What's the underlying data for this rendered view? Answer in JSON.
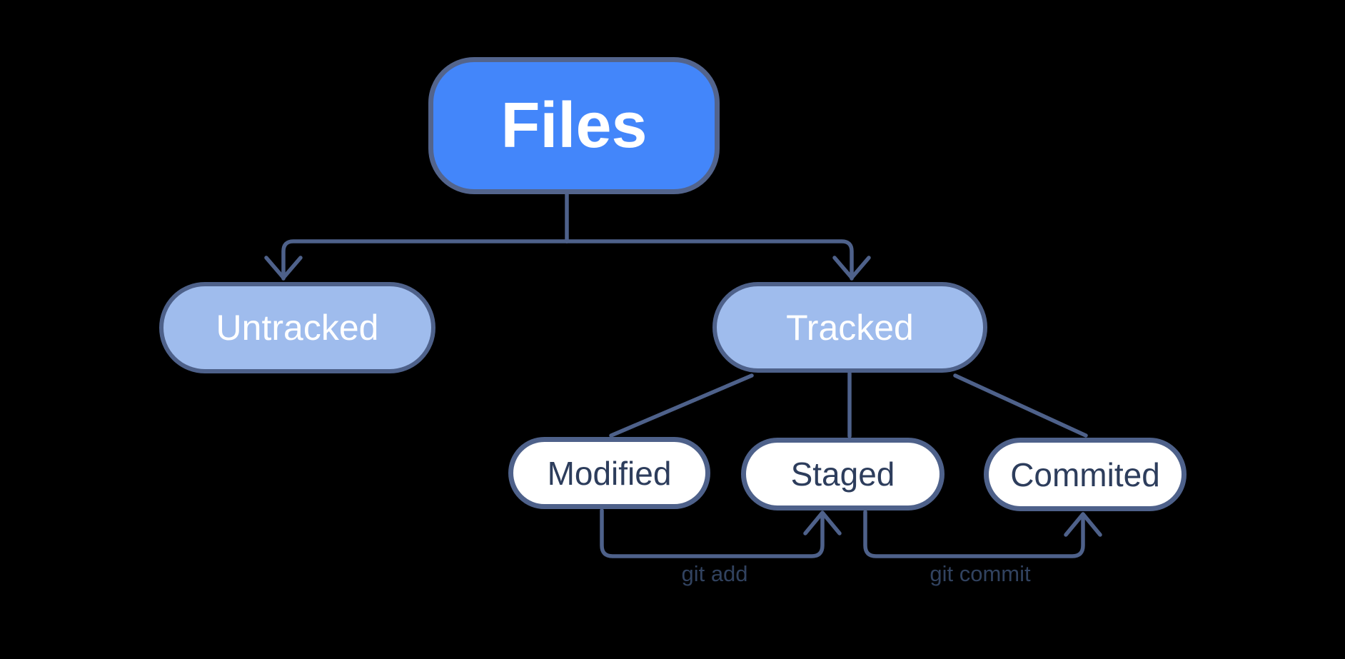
{
  "diagram": {
    "type": "flowchart",
    "orientation": "top-down"
  },
  "nodes": {
    "files": {
      "label": "Files",
      "level": "root",
      "fill": "#4386fa",
      "text_color": "#ffffff"
    },
    "untracked": {
      "label": "Untracked",
      "level": "branch",
      "fill": "#9fbced",
      "text_color": "#ffffff"
    },
    "tracked": {
      "label": "Tracked",
      "level": "branch",
      "fill": "#9fbced",
      "text_color": "#ffffff"
    },
    "modified": {
      "label": "Modified",
      "level": "leaf",
      "fill": "#ffffff",
      "text_color": "#2d3d5c"
    },
    "staged": {
      "label": "Staged",
      "level": "leaf",
      "fill": "#ffffff",
      "text_color": "#2d3d5c"
    },
    "commited": {
      "label": "Commited",
      "level": "leaf",
      "fill": "#ffffff",
      "text_color": "#2d3d5c"
    }
  },
  "edges": [
    {
      "from": "Files",
      "to": "Untracked",
      "label": "",
      "arrowhead": true
    },
    {
      "from": "Files",
      "to": "Tracked",
      "label": "",
      "arrowhead": true
    },
    {
      "from": "Tracked",
      "to": "Modified",
      "label": "",
      "arrowhead": false
    },
    {
      "from": "Tracked",
      "to": "Staged",
      "label": "",
      "arrowhead": false
    },
    {
      "from": "Tracked",
      "to": "Commited",
      "label": "",
      "arrowhead": false
    },
    {
      "from": "Modified",
      "to": "Staged",
      "label": "git add",
      "arrowhead": true
    },
    {
      "from": "Staged",
      "to": "Commited",
      "label": "git commit",
      "arrowhead": true
    }
  ],
  "colors": {
    "background": "#000000",
    "root_fill": "#4386fa",
    "branch_fill": "#9fbced",
    "leaf_fill": "#ffffff",
    "stroke": "#4e618a",
    "text_light": "#ffffff",
    "text_dark": "#2d3d5c",
    "label_color": "#31425f"
  }
}
